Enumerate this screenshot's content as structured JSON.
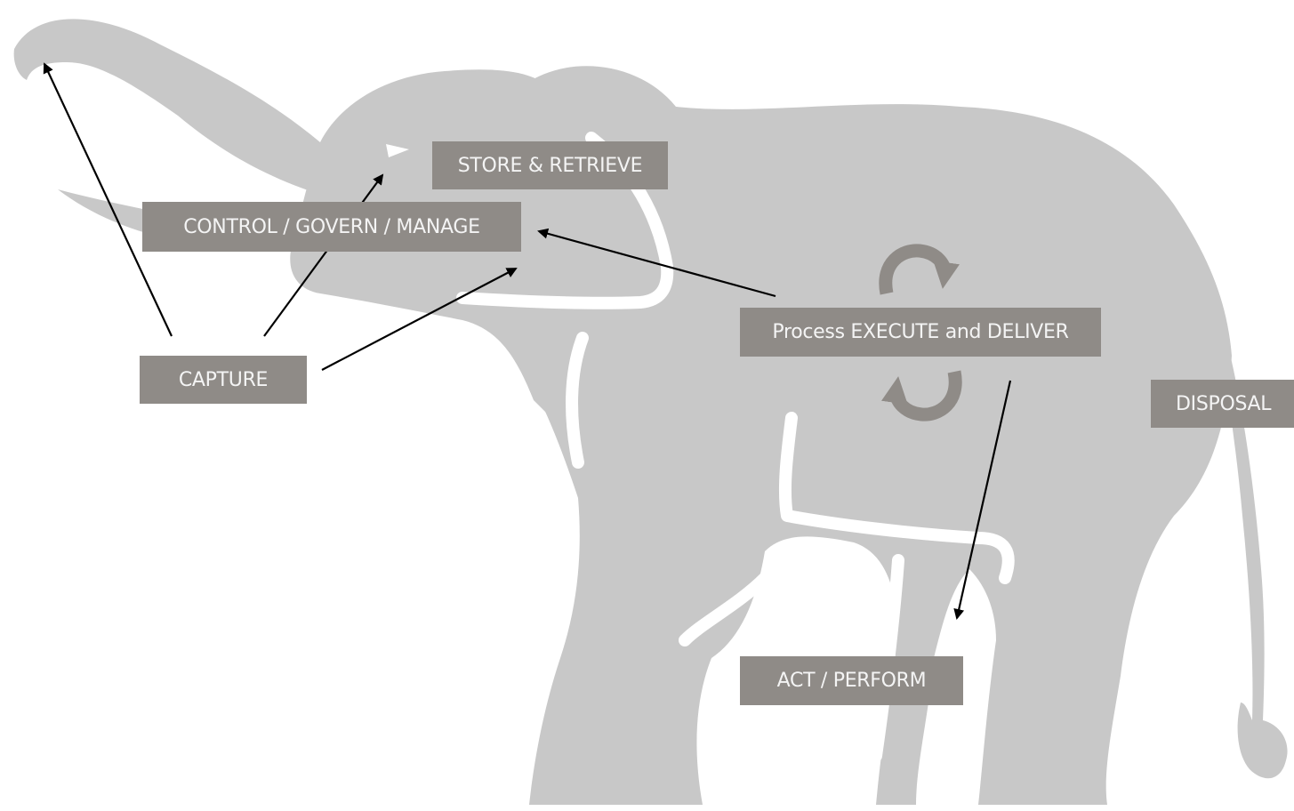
{
  "labels": {
    "store": "STORE & RETRIEVE",
    "control": "CONTROL / GOVERN / MANAGE",
    "capture": "CAPTURE",
    "process": "Process EXECUTE and DELIVER",
    "disposal": "DISPOSAL",
    "act": "ACT / PERFORM"
  },
  "colors": {
    "silhouette": "#c8c8c8",
    "label_background": "#8f8b87",
    "label_text": "#f4f4f4",
    "cycle_arrows": "#8f8b87",
    "connector_arrows": "#000000",
    "background": "#ffffff"
  },
  "icons": {
    "silhouette": "elephant-silhouette",
    "cycle": "circular-refresh-arrows"
  }
}
